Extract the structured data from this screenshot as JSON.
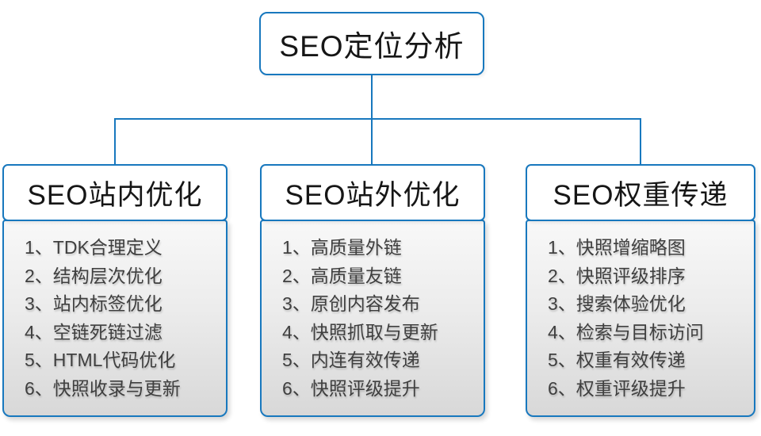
{
  "accent_color": "#1878be",
  "root": {
    "title": "SEO定位分析"
  },
  "columns": [
    {
      "title": "SEO站内优化",
      "items": [
        "1、TDK合理定义",
        "2、结构层次优化",
        "3、站内标签优化",
        "4、空链死链过滤",
        "5、HTML代码优化",
        "6、快照收录与更新"
      ]
    },
    {
      "title": "SEO站外优化",
      "items": [
        "1、高质量外链",
        "2、高质量友链",
        "3、原创内容发布",
        "4、快照抓取与更新",
        "5、内连有效传递",
        "6、快照评级提升"
      ]
    },
    {
      "title": "SEO权重传递",
      "items": [
        "1、快照增缩略图",
        "2、快照评级排序",
        "3、搜索体验优化",
        "4、检索与目标访问",
        "5、权重有效传递",
        "6、权重评级提升"
      ]
    }
  ]
}
